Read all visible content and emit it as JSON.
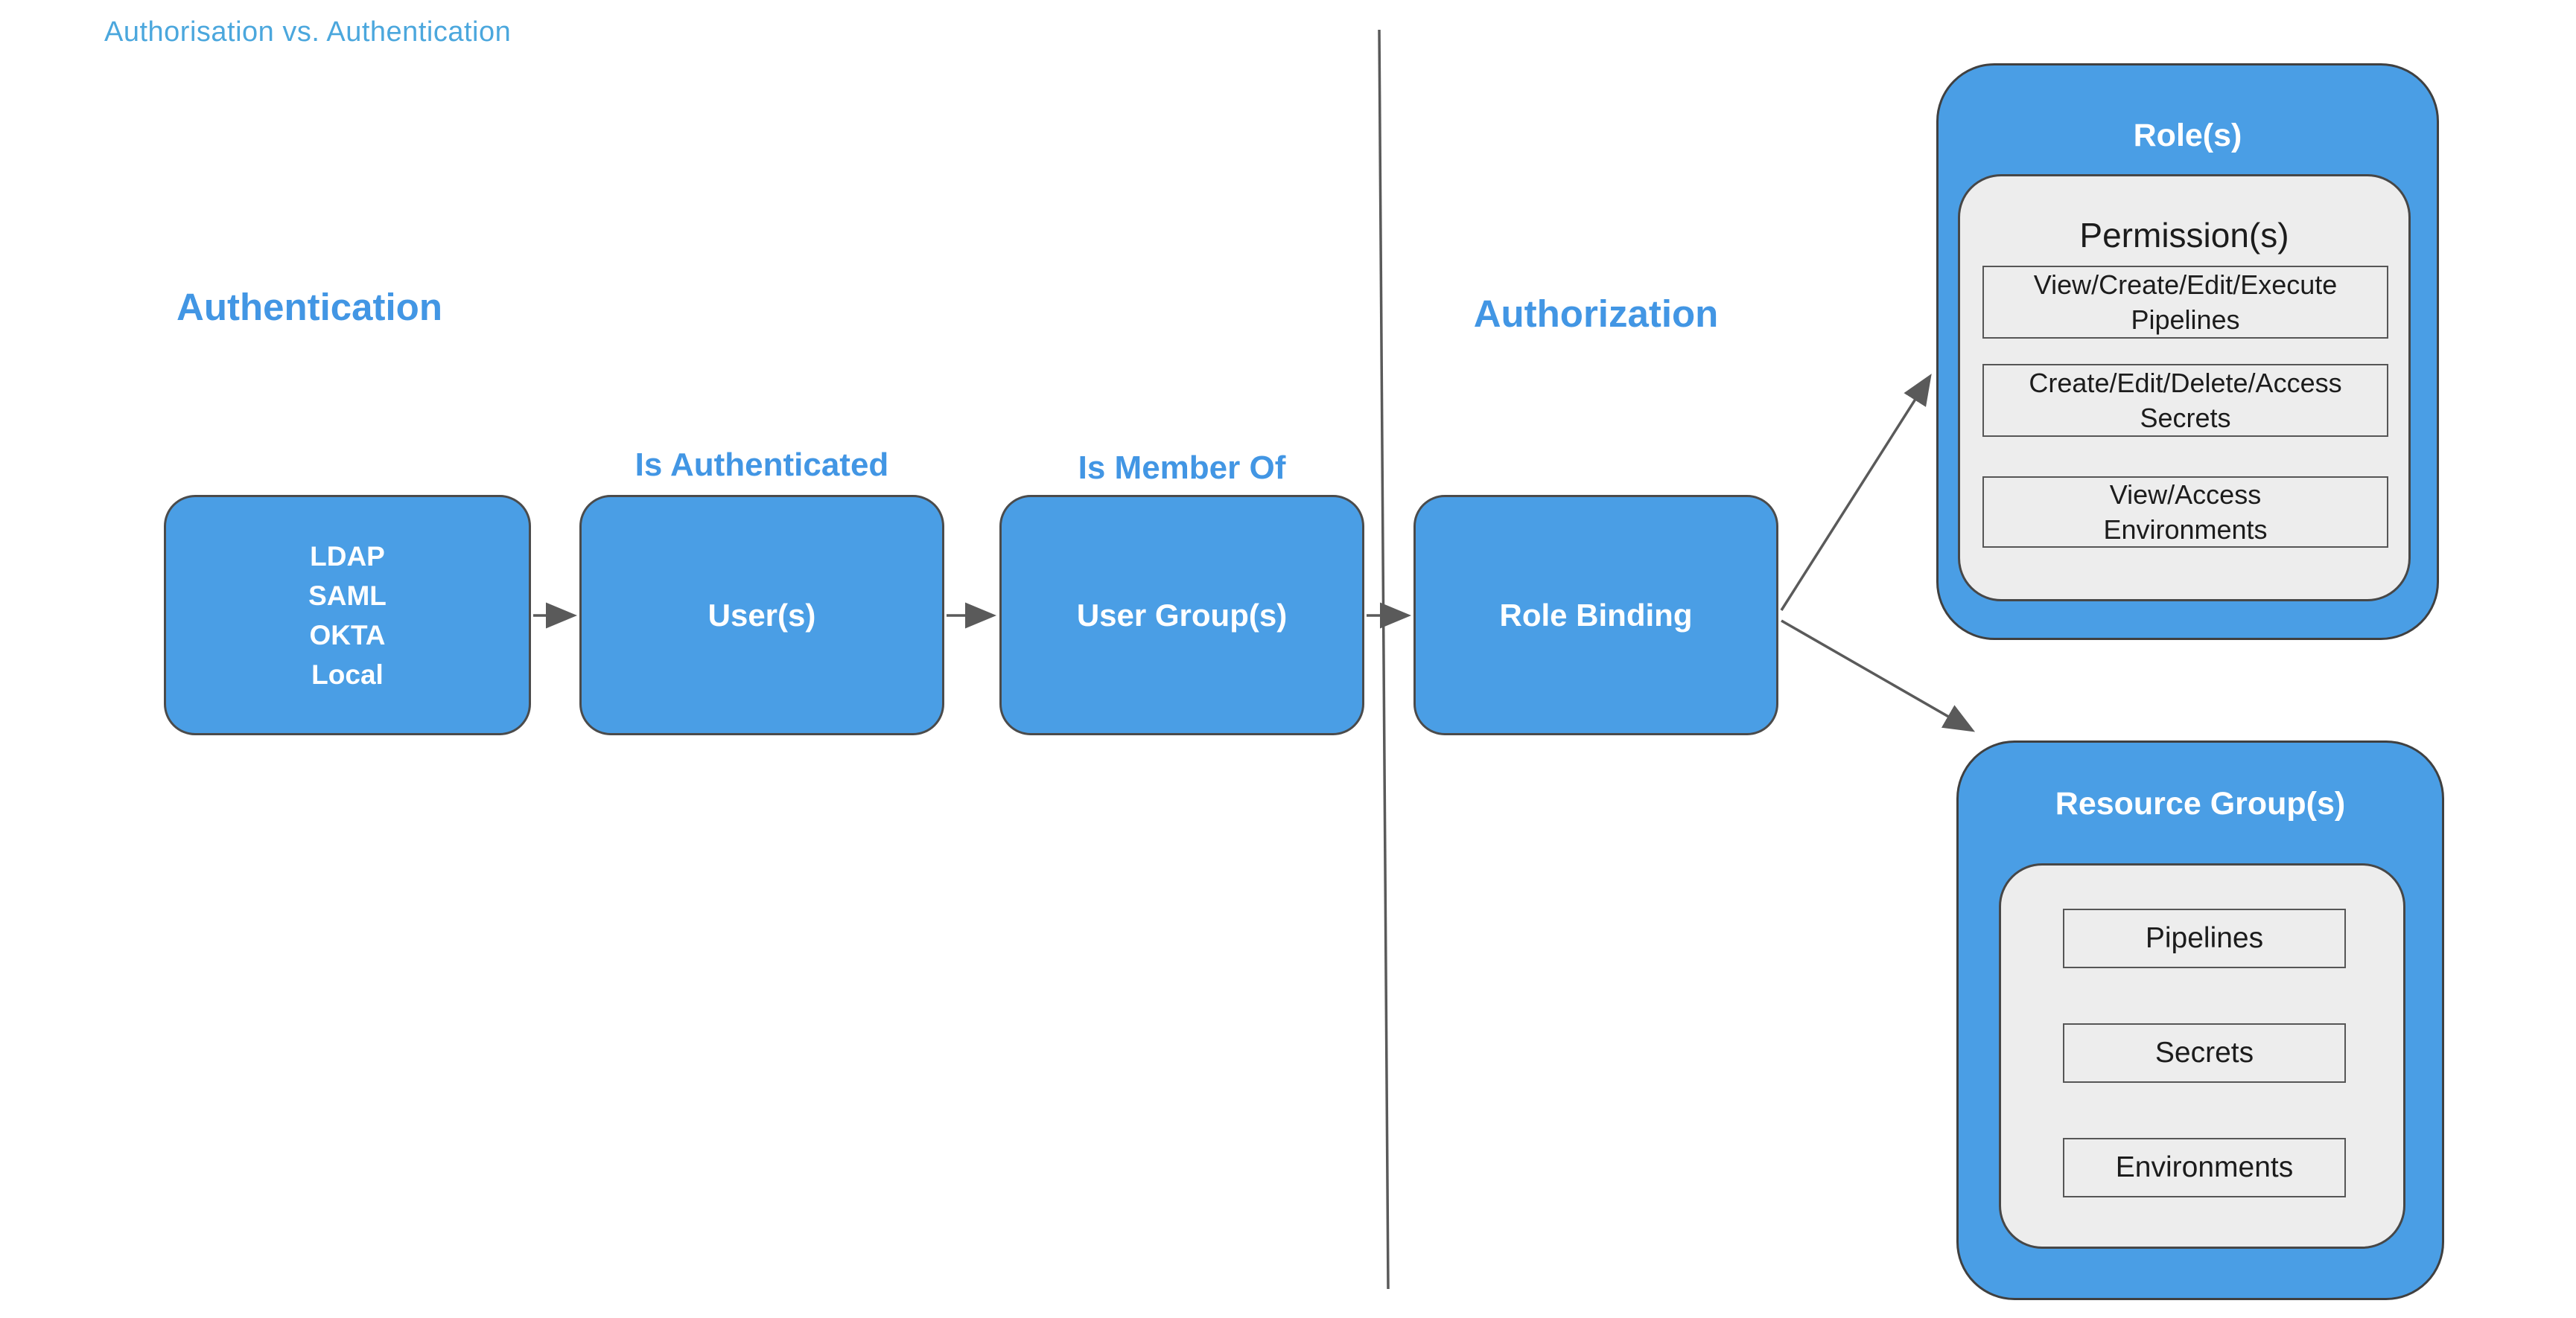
{
  "title": "Authorisation vs. Authentication",
  "headings": {
    "authentication": "Authentication",
    "authorization": "Authorization"
  },
  "edge_labels": {
    "is_authenticated": "Is Authenticated",
    "is_member_of": "Is Member Of"
  },
  "nodes": {
    "identity_providers": {
      "lines": [
        "LDAP",
        "SAML",
        "OKTA",
        "Local"
      ]
    },
    "users": {
      "label": "User(s)"
    },
    "user_groups": {
      "label": "User Group(s)"
    },
    "role_binding": {
      "label": "Role Binding"
    }
  },
  "roles_container": {
    "heading": "Role(s)",
    "permissions_heading": "Permission(s)",
    "permission_items": [
      "View/Create/Edit/Execute\nPipelines",
      "Create/Edit/Delete/Access\nSecrets",
      "View/Access\nEnvironments"
    ]
  },
  "resource_groups_container": {
    "heading": "Resource Group(s)",
    "items": [
      "Pipelines",
      "Secrets",
      "Environments"
    ]
  },
  "colors": {
    "node_fill": "#4a9ee5",
    "node_border": "#4b4b4b",
    "container_border": "#404040",
    "panel_fill": "#ededed",
    "panel_border": "#474747",
    "inner_box_border": "#565656",
    "accent_text": "#4296e4",
    "title_text": "#4ba7dd",
    "divider": "#4da3e0",
    "arrow": "#5a5a5a",
    "text_dark": "#1c1c1c",
    "text_light": "#ffffff"
  }
}
